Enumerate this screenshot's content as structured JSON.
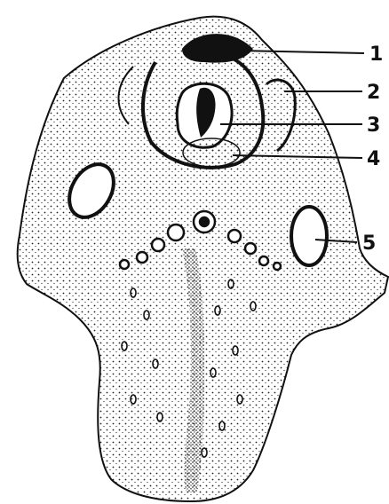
{
  "figure": {
    "labels": [
      "1",
      "2",
      "3",
      "4",
      "5"
    ]
  }
}
